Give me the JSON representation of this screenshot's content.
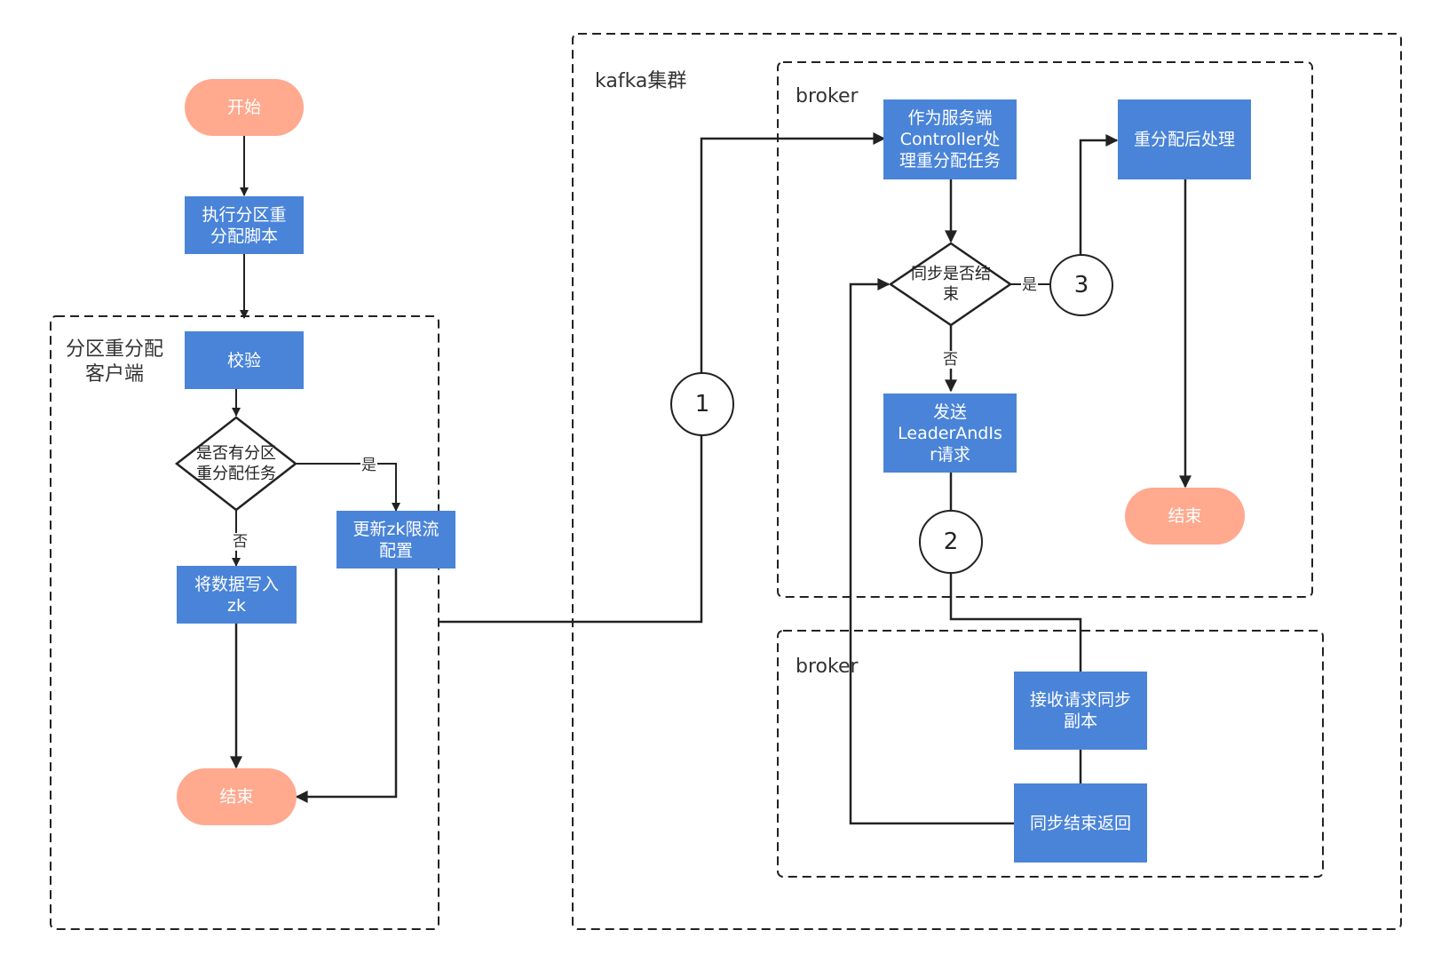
{
  "colors": {
    "process": "#4a84d8",
    "terminal": "#ffa98f",
    "line": "#222222"
  },
  "groups": {
    "client": "分区重分配\n客户端",
    "cluster": "kafka集群",
    "broker1": "broker",
    "broker2": "broker"
  },
  "nodes": {
    "start": "开始",
    "exec_script": "执行分区重\n分配脚本",
    "verify": "校验",
    "has_task": "是否有分区\n重分配任务",
    "write_zk": "将数据写入\nzk",
    "update_zk": "更新zk限流\n配置",
    "end_client": "结束",
    "controller": "作为服务端\nController处\n理重分配任务",
    "sync_done": "同步是否结\n束",
    "send_request": "发送\nLeaderAndIs\nr请求",
    "post_process": "重分配后处理",
    "end_broker": "结束",
    "receive_sync": "接收请求同步\n副本",
    "sync_return": "同步结束返回"
  },
  "edge_labels": {
    "task_yes": "是",
    "task_no": "否",
    "sync_yes": "是",
    "sync_no": "否"
  },
  "connectors": {
    "c1": "1",
    "c2": "2",
    "c3": "3"
  }
}
